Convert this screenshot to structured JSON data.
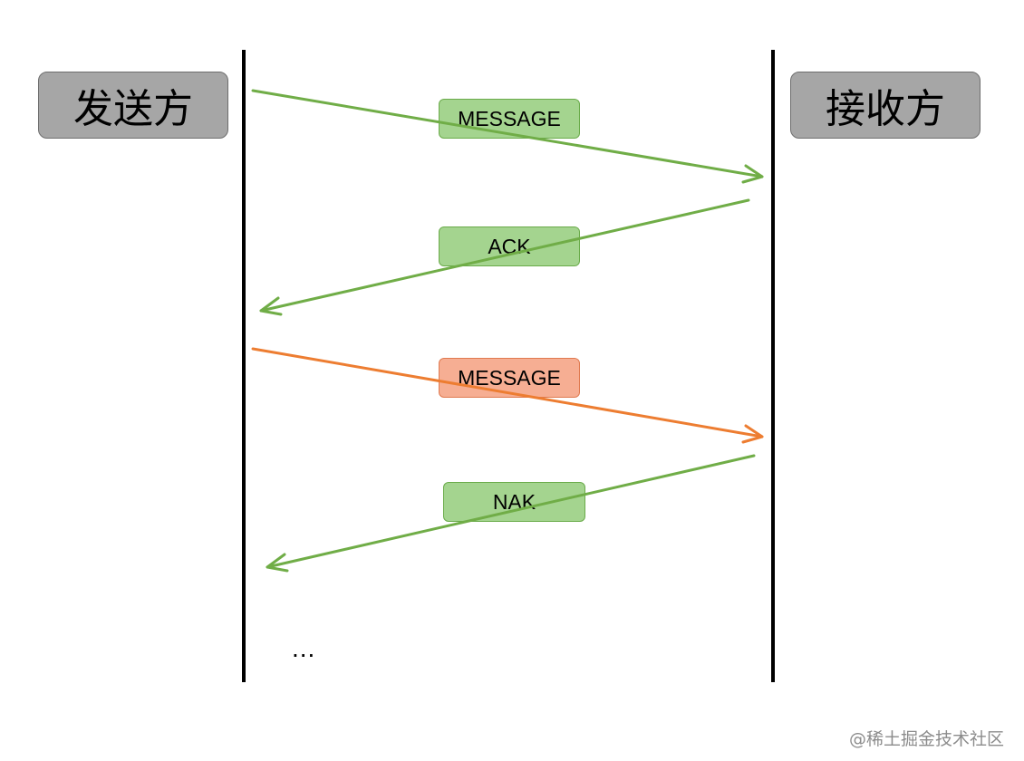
{
  "sender": {
    "label": "发送方"
  },
  "receiver": {
    "label": "接收方"
  },
  "messages": [
    {
      "label": "MESSAGE",
      "direction": "to-receiver",
      "color": "#70ad47",
      "status": "ok"
    },
    {
      "label": "ACK",
      "direction": "to-sender",
      "color": "#70ad47",
      "status": "ok"
    },
    {
      "label": "MESSAGE",
      "direction": "to-receiver",
      "color": "#ed7d31",
      "status": "err"
    },
    {
      "label": "NAK",
      "direction": "to-sender",
      "color": "#70ad47",
      "status": "ok"
    }
  ],
  "continuation": "...",
  "watermark": "@稀土掘金技术社区",
  "colors": {
    "lifeline": "#000000",
    "actor_fill": "#a6a6a6",
    "success": "#70ad47",
    "failure": "#ed7d31"
  }
}
